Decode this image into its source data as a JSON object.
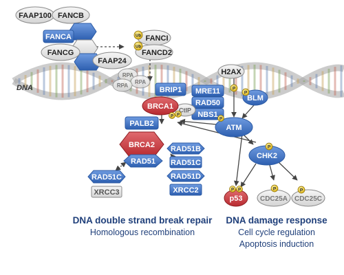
{
  "dna_label": "DNA",
  "phospho_label": "P",
  "ub_label": "Ub",
  "colors": {
    "blue": "#3a6fc6",
    "blue_dark": "#24528f",
    "red": "#c8343a",
    "red_dark": "#9a2024",
    "grey": "#e2e2e2",
    "grey_dark": "#9a9a9a",
    "phospho": "#e8c21a",
    "caption": "#1f3f7a"
  },
  "nodes": {
    "faap100": "FAAP100",
    "fancb": "FANCB",
    "fanca": "FANCA",
    "fancg": "FANCG",
    "faap24": "FAAP24",
    "fanci": "FANCI",
    "fancd2": "FANCD2",
    "rpa": "RPA",
    "h2ax": "H2AX",
    "brip1": "BRIP1",
    "brca1": "BRCA1",
    "mre11": "MRE11",
    "rad50": "RAD50",
    "nbs1": "NBS1",
    "ctip": "CtIP",
    "blm": "BLM",
    "atm": "ATM",
    "palb2": "PALB2",
    "brca2": "BRCA2",
    "rad51": "RAD51",
    "rad51b": "RAD51B",
    "rad51c_right": "RAD51C",
    "rad51d": "RAD51D",
    "xrcc2": "XRCC2",
    "rad51c_left": "RAD51C",
    "xrcc3": "XRCC3",
    "chk2": "CHK2",
    "p53": "p53",
    "cdc25a": "CDC25A",
    "cdc25c": "CDC25C"
  },
  "captions": {
    "repair_title": "DNA double strand break repair",
    "repair_sub": "Homologous recombination",
    "response_title": "DNA damage response",
    "response_sub1": "Cell cycle regulation",
    "response_sub2": "Apoptosis induction"
  }
}
